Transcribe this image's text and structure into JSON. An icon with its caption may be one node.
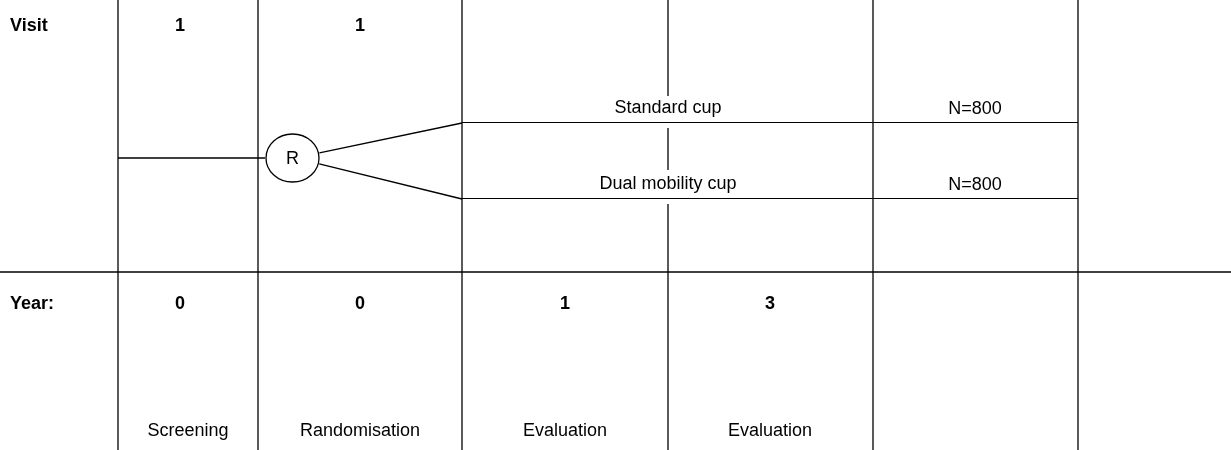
{
  "diagram": {
    "nodes": [
      {
        "text": [
          "R"
        ]
      },
      {
        "text": [
          "Standard cup"
        ]
      },
      {
        "text": [
          "Dual mobility cup"
        ]
      }
    ],
    "edges": [
      {
        "from": null,
        "to": 0,
        "arrow": "none"
      },
      {
        "from": 0,
        "to": 1,
        "arrow": "none"
      },
      {
        "from": 0,
        "to": 2,
        "arrow": "none"
      }
    ],
    "labels": [
      "Visit",
      "1",
      "1",
      "N=800",
      "N=800",
      "Year:",
      "0",
      "0",
      "1",
      "3",
      "Screening",
      "Randomisation",
      "Evaluation",
      "Evaluation"
    ]
  }
}
